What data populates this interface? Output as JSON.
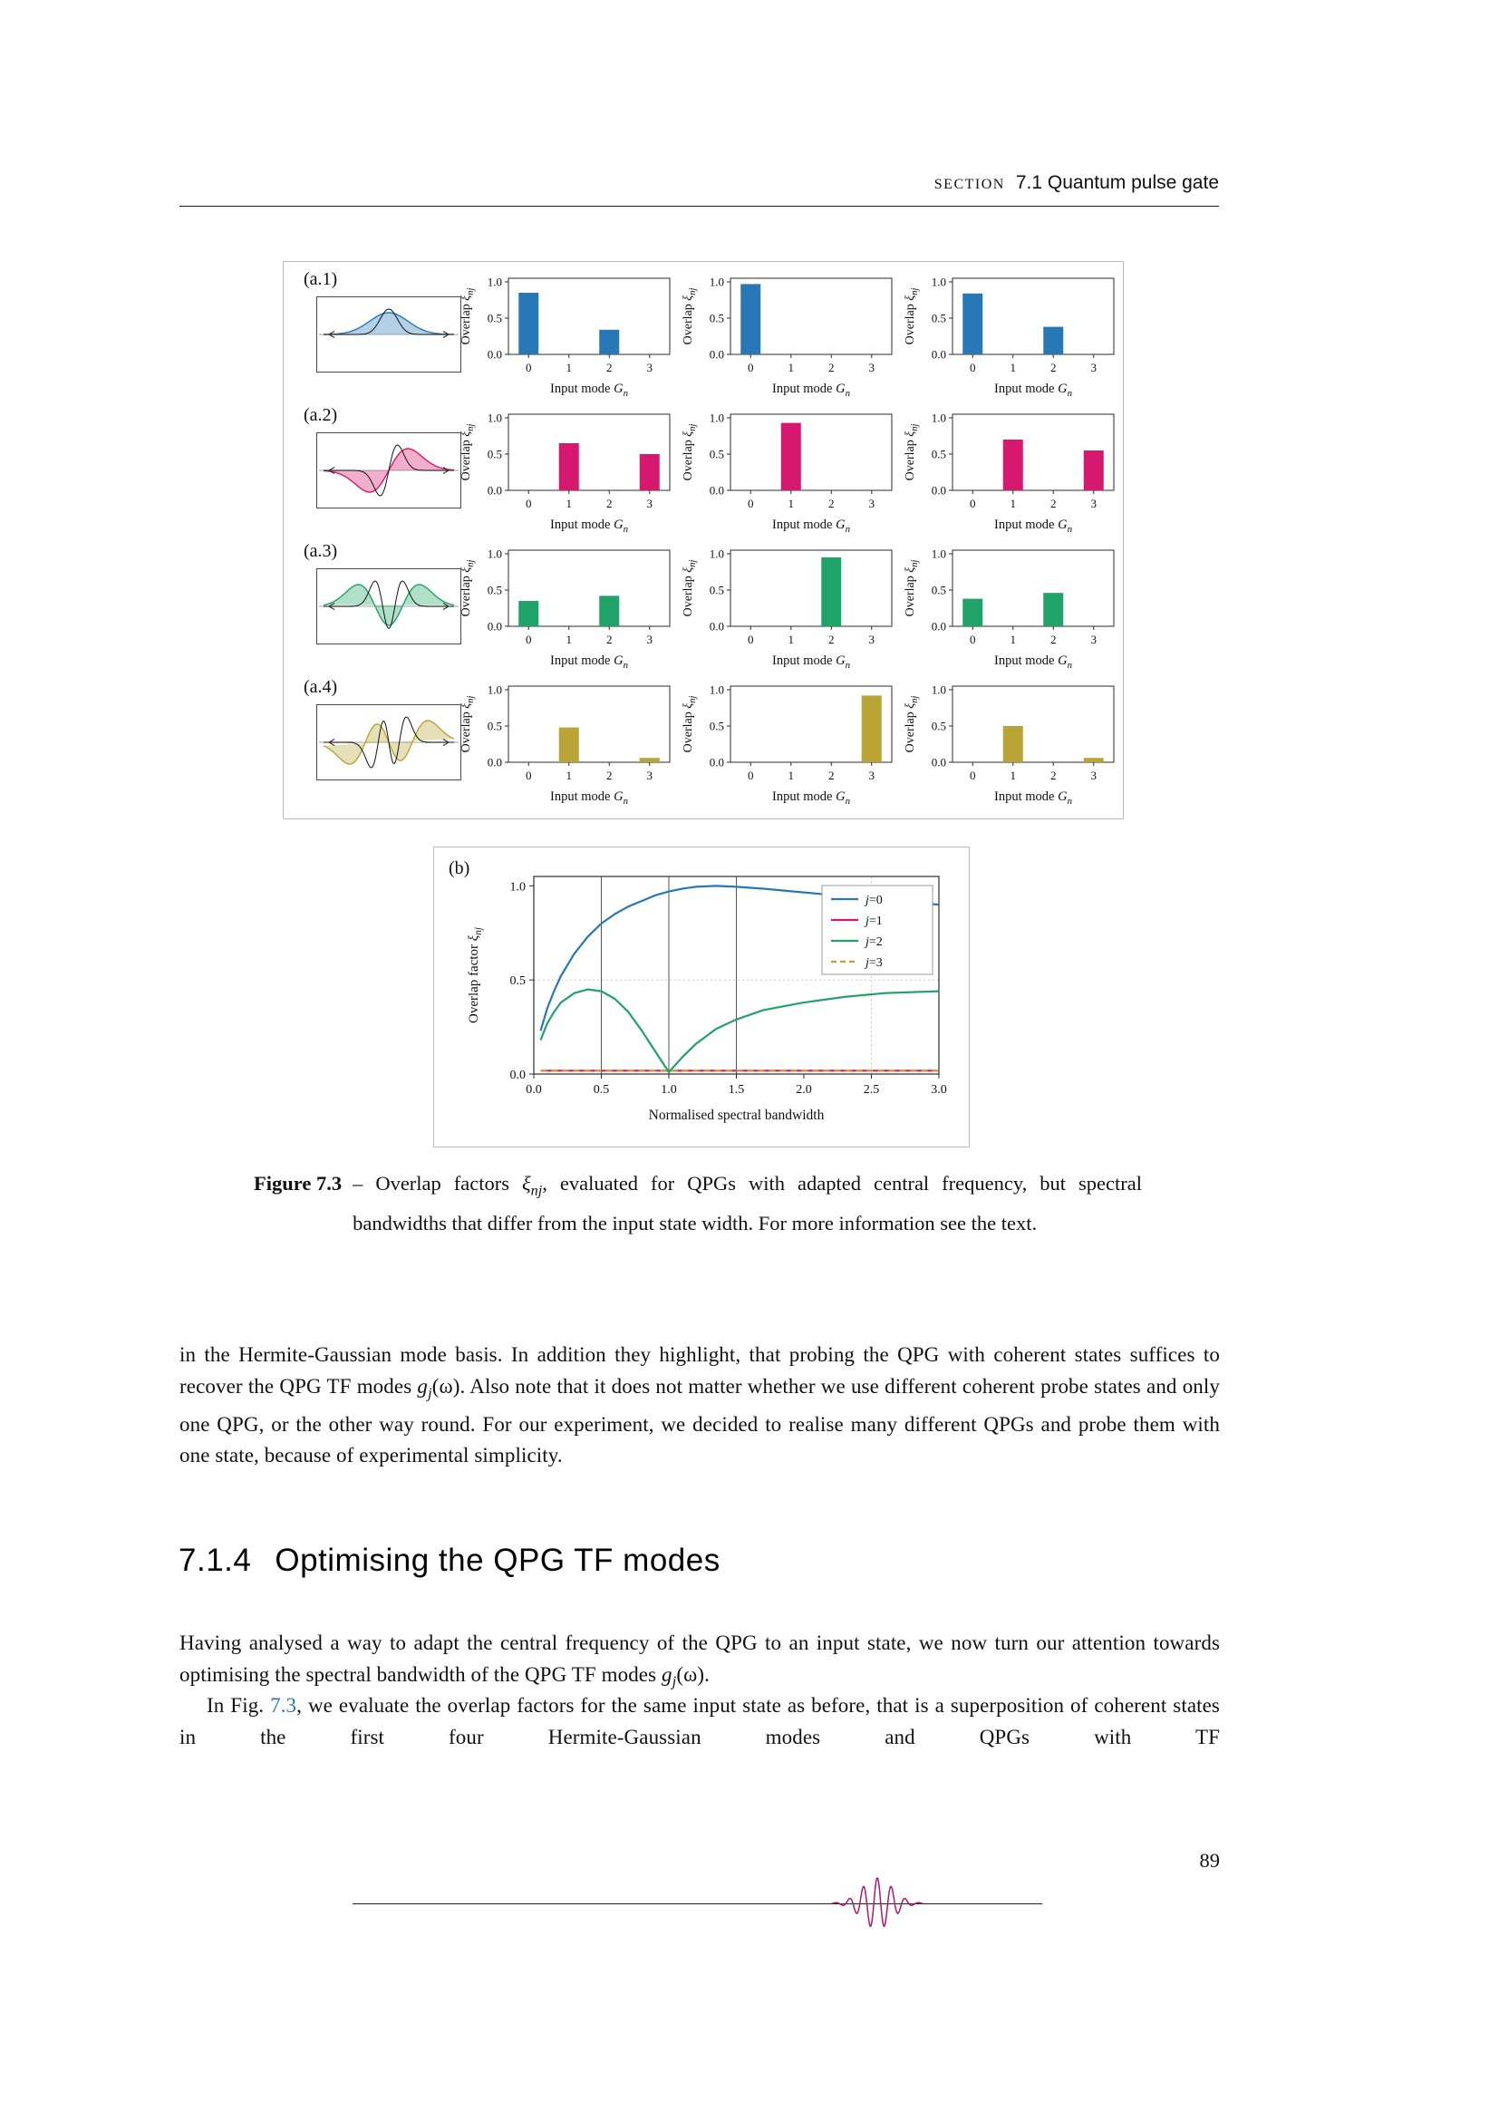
{
  "accent_colors": {
    "blue": "#2878b8",
    "magenta": "#d6196f",
    "green": "#1fa368",
    "olive": "#b8a535",
    "link": "#2d74b5",
    "ornament": "#ab1a6b"
  },
  "header": {
    "section_label": "SECTION",
    "section_title": "7.1 Quantum pulse gate"
  },
  "figure": {
    "panel_b_label": "(b)",
    "caption": {
      "tag": "Figure 7.3",
      "runs": [
        {
          "t": "– Overlap factors "
        },
        {
          "t": "ξ",
          "i": true
        },
        {
          "t": "nj",
          "i": true,
          "sub": true
        },
        {
          "t": ", evaluated for QPGs with adapted central frequency, but spectral bandwidths that differ from the input state width. For more information see the text."
        }
      ]
    }
  },
  "chart_data": [
    {
      "type": "bar",
      "title": "Panel (a): overlap factors for Hermite-Gaussian input modes, three QPG bandwidth settings per row",
      "categories": [
        "0",
        "1",
        "2",
        "3"
      ],
      "xlabel": "Input mode Gn",
      "ylabel": "Overlap xi_nj",
      "xlabel_runs": [
        {
          "t": "Input mode "
        },
        {
          "t": "G",
          "i": true
        },
        {
          "t": "n",
          "i": true,
          "sub": true
        }
      ],
      "ylabel_runs": [
        {
          "t": "Overlap "
        },
        {
          "t": "ξ",
          "i": true
        },
        {
          "t": "nj",
          "i": true,
          "sub": true
        }
      ],
      "yticks": [
        "0.0",
        "0.5",
        "1.0"
      ],
      "ylim": [
        0,
        1.05
      ],
      "rows": [
        {
          "label": "(a.1)",
          "hg_mode": 0,
          "color": "#2878b8",
          "charts": [
            [
              0.85,
              0,
              0.34,
              0
            ],
            [
              0.97,
              0,
              0,
              0
            ],
            [
              0.84,
              0,
              0.38,
              0
            ]
          ]
        },
        {
          "label": "(a.2)",
          "hg_mode": 1,
          "color": "#d6196f",
          "charts": [
            [
              0,
              0.65,
              0,
              0.5
            ],
            [
              0,
              0.93,
              0,
              0
            ],
            [
              0,
              0.7,
              0,
              0.55
            ]
          ]
        },
        {
          "label": "(a.3)",
          "hg_mode": 2,
          "color": "#1fa368",
          "charts": [
            [
              0.35,
              0,
              0.42,
              0
            ],
            [
              0,
              0,
              0.95,
              0
            ],
            [
              0.38,
              0,
              0.46,
              0
            ]
          ]
        },
        {
          "label": "(a.4)",
          "hg_mode": 3,
          "color": "#b8a535",
          "charts": [
            [
              0,
              0.48,
              0,
              0.06
            ],
            [
              0,
              0,
              0,
              0.92
            ],
            [
              0,
              0.5,
              0,
              0.06
            ]
          ]
        }
      ]
    },
    {
      "type": "line",
      "panel": "(b)",
      "xlabel": "Normalised spectral bandwidth",
      "ylabel": "Overlap factor xi_nj",
      "ylabel_runs": [
        {
          "t": "Overlap factor "
        },
        {
          "t": "ξ",
          "i": true
        },
        {
          "t": "nj",
          "i": true,
          "sub": true
        }
      ],
      "xlim": [
        0,
        3
      ],
      "ylim": [
        0,
        1.05
      ],
      "xticks": [
        0,
        0.5,
        1,
        1.5,
        2,
        2.5,
        3
      ],
      "yticks": [
        0,
        0.5,
        1
      ],
      "vlines": [
        0.5,
        1.0,
        1.5
      ],
      "dotted_vlines": [
        1.5,
        2.5
      ],
      "dotted_hlines": [
        0.5
      ],
      "legend_position": "top-right",
      "series": [
        {
          "name": "j=0",
          "color": "#2878b8",
          "dashed": false,
          "x": [
            0.05,
            0.1,
            0.15,
            0.2,
            0.25,
            0.3,
            0.4,
            0.5,
            0.6,
            0.7,
            0.8,
            0.9,
            1.0,
            1.1,
            1.2,
            1.35,
            1.5,
            1.7,
            2.0,
            2.3,
            2.6,
            3.0
          ],
          "y": [
            0.23,
            0.35,
            0.44,
            0.52,
            0.58,
            0.64,
            0.73,
            0.8,
            0.85,
            0.89,
            0.92,
            0.95,
            0.97,
            0.985,
            0.995,
            1.0,
            0.995,
            0.985,
            0.965,
            0.945,
            0.925,
            0.9
          ]
        },
        {
          "name": "j=1",
          "color": "#d6196f",
          "dashed": false,
          "x": [
            0.05,
            1.0,
            2.0,
            3.0
          ],
          "y": [
            0.018,
            0.018,
            0.018,
            0.018
          ]
        },
        {
          "name": "j=2",
          "color": "#1fa368",
          "dashed": false,
          "x": [
            0.05,
            0.1,
            0.15,
            0.2,
            0.3,
            0.4,
            0.5,
            0.6,
            0.7,
            0.8,
            0.9,
            1.0,
            1.1,
            1.2,
            1.35,
            1.5,
            1.7,
            2.0,
            2.3,
            2.6,
            3.0
          ],
          "y": [
            0.18,
            0.27,
            0.33,
            0.38,
            0.43,
            0.45,
            0.44,
            0.4,
            0.33,
            0.23,
            0.12,
            0.01,
            0.09,
            0.16,
            0.24,
            0.29,
            0.34,
            0.38,
            0.41,
            0.43,
            0.44
          ]
        },
        {
          "name": "j=3",
          "color": "#b8a535",
          "dashed": true,
          "x": [
            0.05,
            1.0,
            2.0,
            3.0
          ],
          "y": [
            0.018,
            0.018,
            0.018,
            0.018
          ]
        }
      ]
    }
  ],
  "body": {
    "p1": [
      {
        "t": "in the Hermite-Gaussian mode basis. In addition they highlight, that probing the QPG with coherent states suffices to recover the QPG TF modes "
      },
      {
        "t": "g",
        "i": true
      },
      {
        "t": "j",
        "i": true,
        "sub": true
      },
      {
        "t": "(ω). Also note that it does not matter whether we use different coherent probe states and only one QPG, or the other way round. For our experiment, we decided to realise many different QPGs and probe them with one state, because of experimental simplicity."
      }
    ],
    "heading": {
      "number": "7.1.4",
      "title": "Optimising the QPG TF modes"
    },
    "p2": [
      {
        "t": "Having analysed a way to adapt the central frequency of the QPG to an input state, we now turn our attention towards optimising the spectral bandwidth of the QPG TF modes "
      },
      {
        "t": "g",
        "i": true
      },
      {
        "t": "j",
        "i": true,
        "sub": true
      },
      {
        "t": "(ω)."
      }
    ],
    "p3": [
      {
        "t": "In Fig. "
      },
      {
        "t": "7.3",
        "link": true,
        "color": "#2d74b5"
      },
      {
        "t": ", we evaluate the overlap factors for the same input state as before, that is a superposition of coherent states in the first four Hermite-Gaussian modes and QPGs with TF"
      }
    ]
  },
  "footer": {
    "page_number": "89"
  }
}
